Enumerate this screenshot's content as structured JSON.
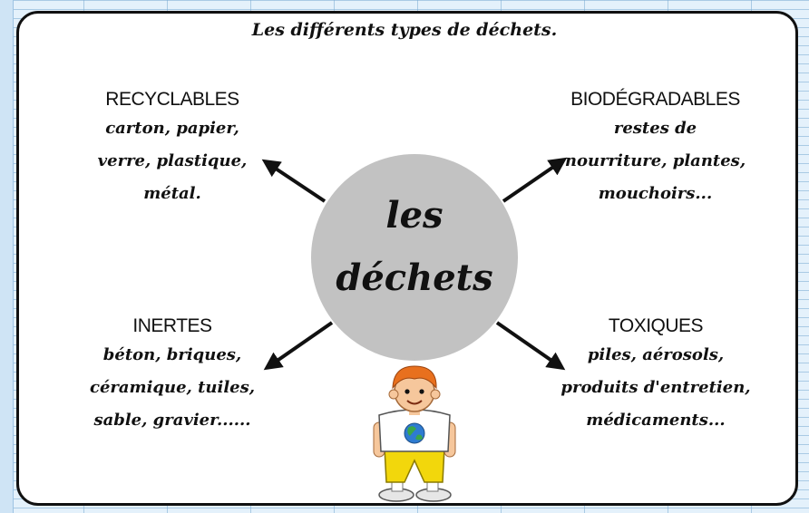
{
  "title": "Les différents types de déchets.",
  "center": {
    "line1": "les",
    "line2": "déchets"
  },
  "categories": [
    {
      "heading": "RECYCLABLES",
      "lines": [
        "carton, papier,",
        "verre, plastique,",
        "métal."
      ]
    },
    {
      "heading": "BIODÉGRADABLES",
      "lines": [
        "restes de",
        "nourriture, plantes,",
        "mouchoirs..."
      ]
    },
    {
      "heading": "INERTES",
      "lines": [
        "béton, briques,",
        "céramique, tuiles,",
        "sable, gravier......"
      ]
    },
    {
      "heading": "TOXIQUES",
      "lines": [
        "piles, aérosols,",
        "produits d'entretien,",
        "médicaments..."
      ]
    }
  ],
  "colors": {
    "background": "#e4f1fb",
    "card": "#ffffff",
    "circle": "#c2c2c2",
    "arrow": "#111111",
    "kid_shirt": "#ffffff",
    "kid_hair": "#e8701e",
    "kid_pants": "#f2d70c",
    "earth_blue": "#2e7bd1",
    "earth_green": "#3aa64a"
  },
  "icons": {
    "mascot": "child-with-earth-tshirt-icon",
    "arrow": "arrow-icon"
  }
}
